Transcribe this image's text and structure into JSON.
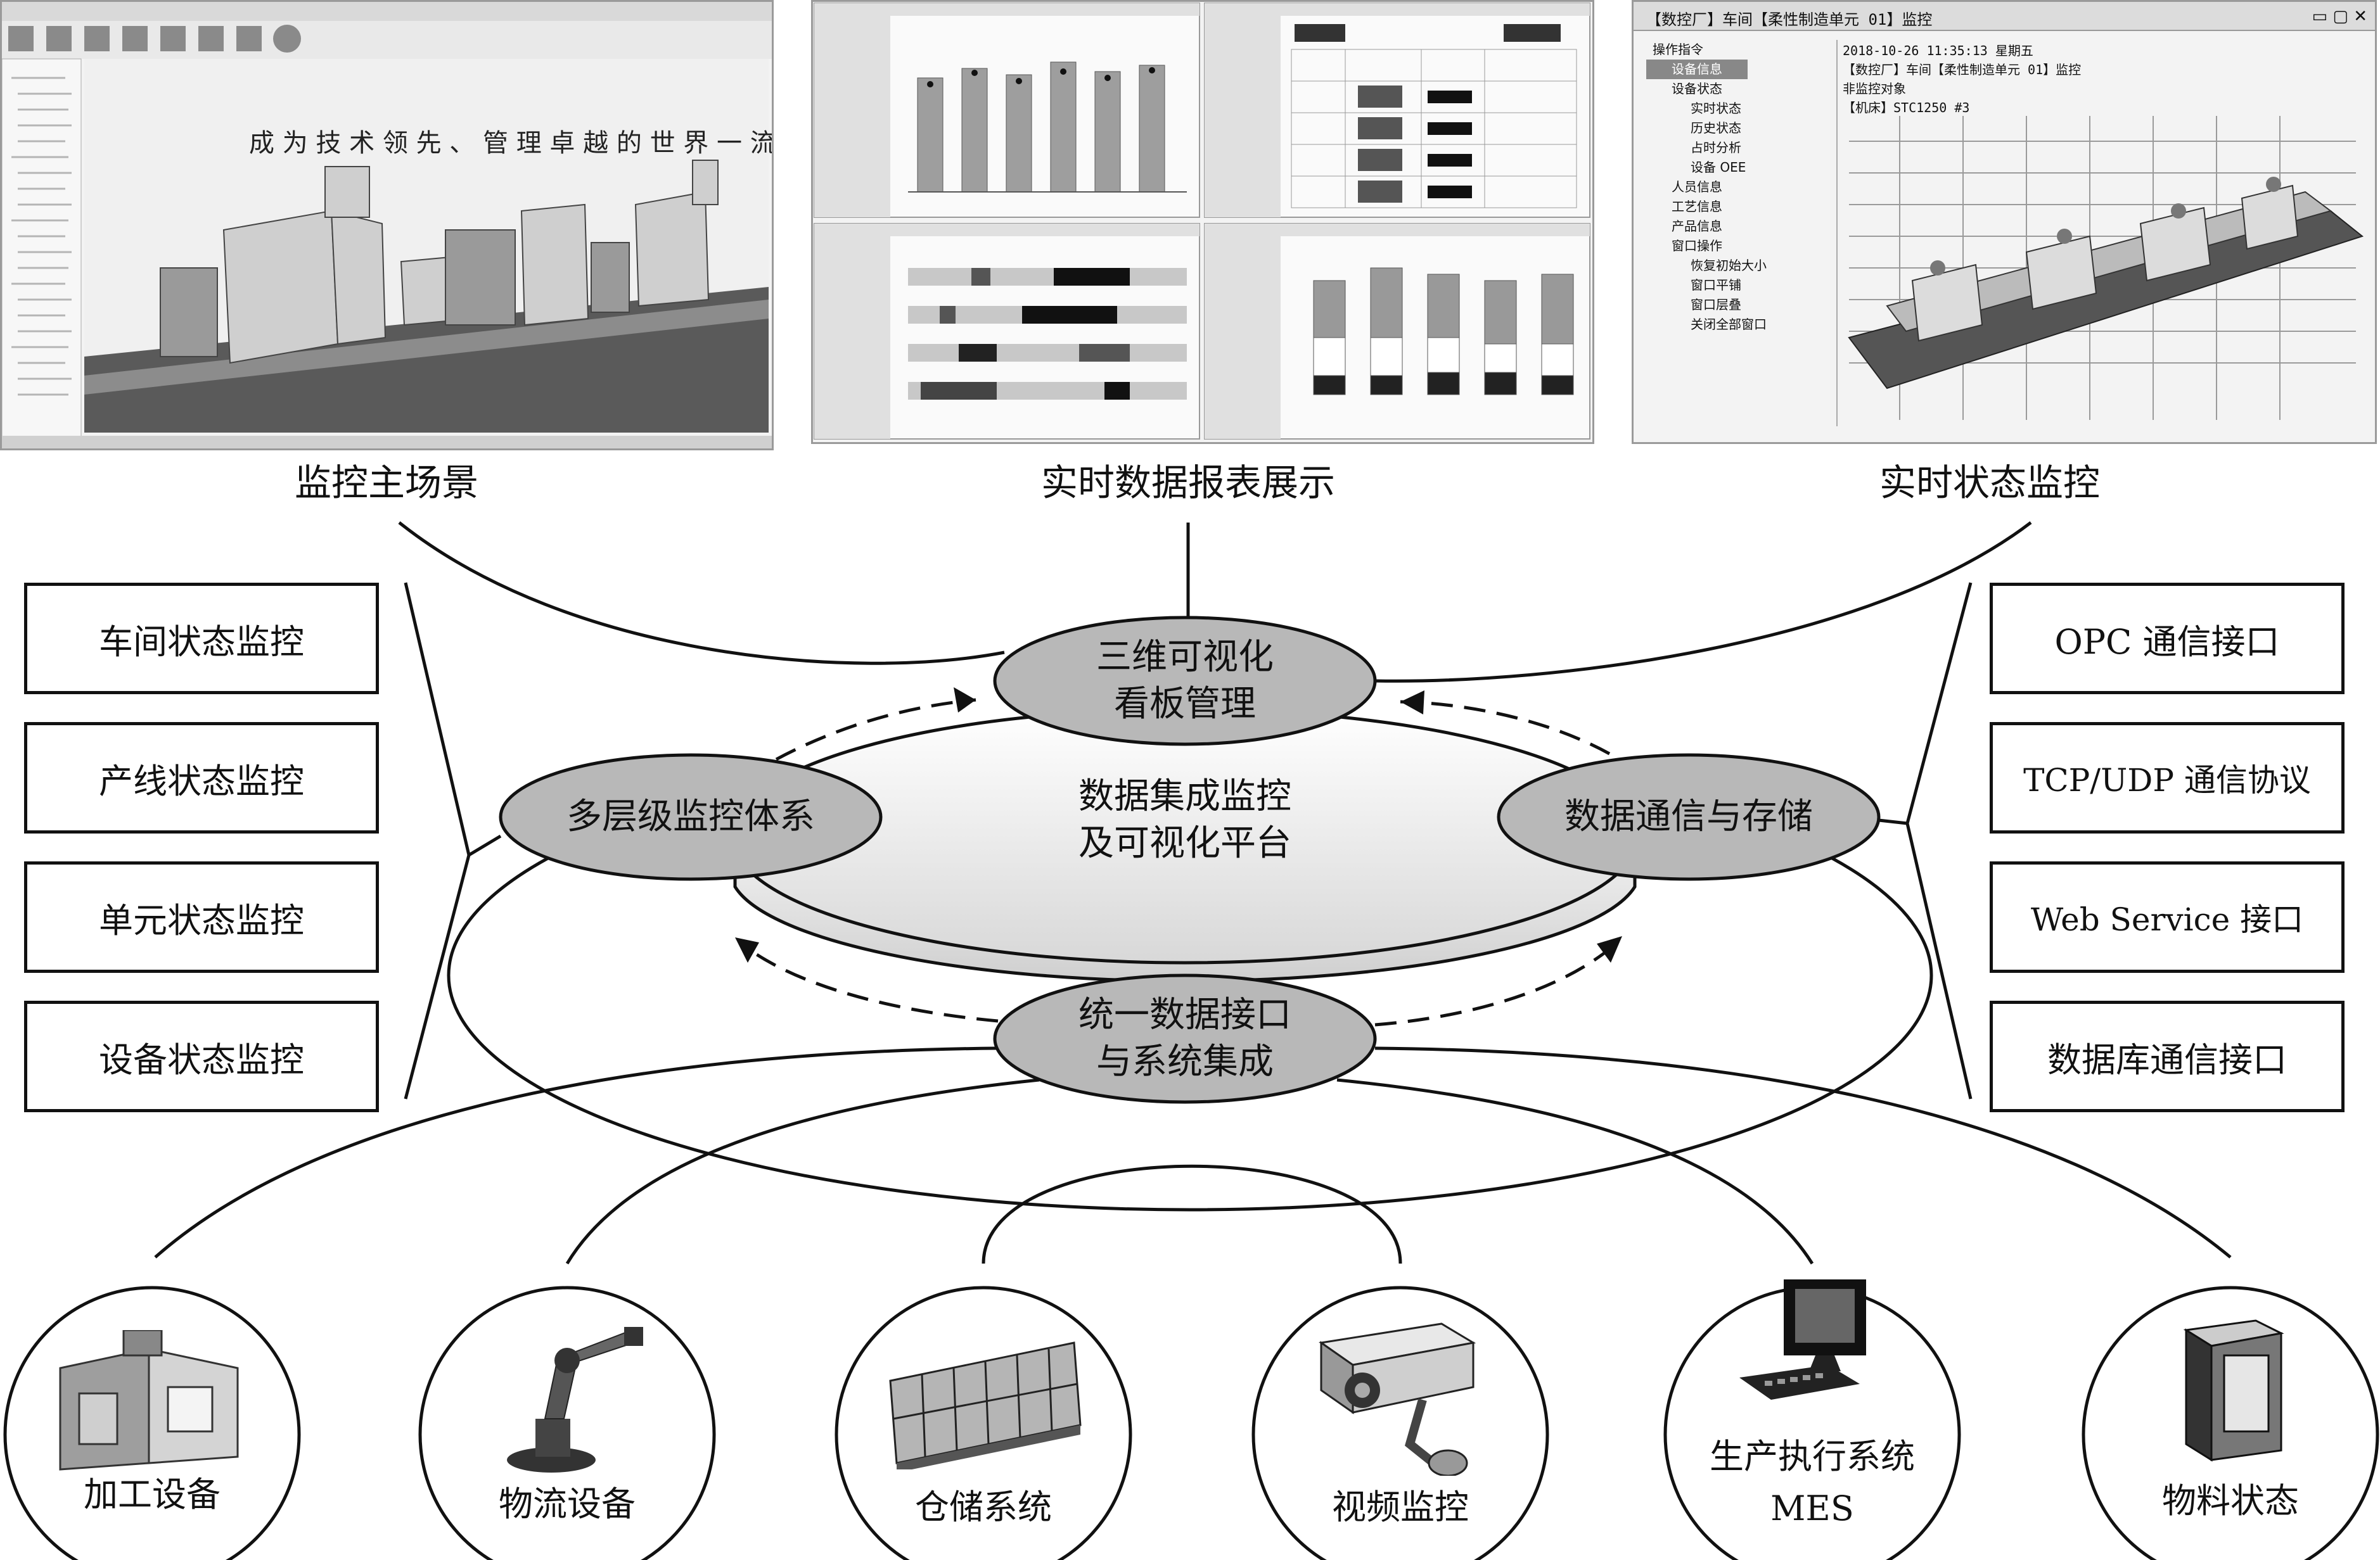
{
  "screenshots": [
    {
      "label": "监控主场景",
      "slogan": "成 为 技 术 领 先 、 管 理 卓 越 的 世 界 一 流"
    },
    {
      "label": "实时数据报表展示"
    },
    {
      "label": "实时状态监控",
      "window_title": "【数控厂】车间【柔性制造单元 01】监控",
      "tree_items": [
        "操作指令",
        "设备信息",
        "设备状态",
        "实时状态",
        "历史状态",
        "占时分析",
        "设备 OEE",
        "人员信息",
        "工艺信息",
        "产品信息",
        "窗口操作",
        "恢复初始大小",
        "窗口平铺",
        "窗口层叠",
        "关闭全部窗口"
      ],
      "info_lines": [
        "2018-10-26 11:35:13 星期五",
        "【数控厂】车间【柔性制造单元 01】监控",
        "非监控对象",
        "【机床】STC1250 #3"
      ]
    }
  ],
  "left_boxes": [
    "车间状态监控",
    "产线状态监控",
    "单元状态监控",
    "设备状态监控"
  ],
  "right_boxes": [
    "OPC 通信接口",
    "TCP/UDP 通信协议",
    "Web Service 接口",
    "数据库通信接口"
  ],
  "center": {
    "line1": "数据集成监控",
    "line2": "及可视化平台"
  },
  "nodes": {
    "top": {
      "line1": "三维可视化",
      "line2": "看板管理"
    },
    "left": {
      "line1": "多层级监控体系"
    },
    "right": {
      "line1": "数据通信与存储"
    },
    "bottom": {
      "line1": "统一数据接口",
      "line2": "与系统集成"
    }
  },
  "circles": [
    {
      "label": "加工设备",
      "icon": "machine-tool-icon"
    },
    {
      "label": "物流设备",
      "icon": "robot-arm-icon"
    },
    {
      "label": "仓储系统",
      "icon": "warehouse-rack-icon"
    },
    {
      "label": "视频监控",
      "icon": "camera-icon"
    },
    {
      "label": "生产执行系统",
      "label2": "MES",
      "icon": "computer-icon"
    },
    {
      "label": "物料状态",
      "icon": "tower-pc-icon"
    }
  ],
  "colors": {
    "node_fill": "#b8b8b8",
    "inner_fill": "#e8e8e8",
    "line": "#111111"
  }
}
